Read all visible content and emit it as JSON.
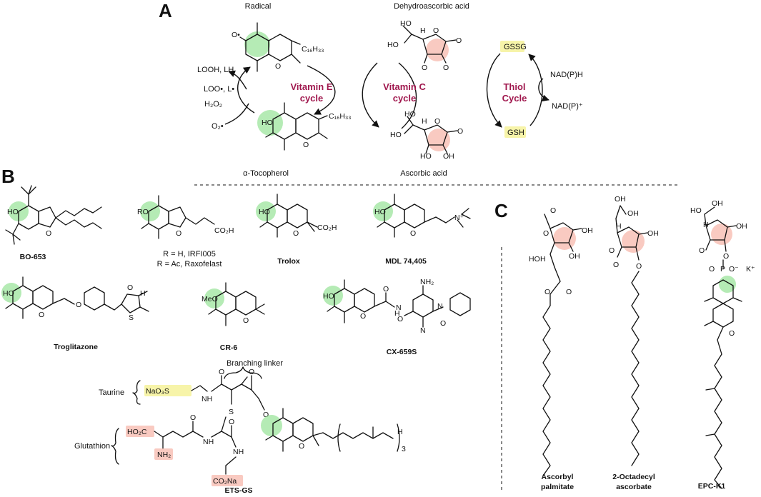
{
  "panels": {
    "a": "A",
    "b": "B",
    "c": "C"
  },
  "colors": {
    "cycle_text": "#a0184e",
    "green_highlight": "#8de08d",
    "red_highlight": "#f7b3a7",
    "yellow_highlight": "#f6f29a"
  },
  "panel_a": {
    "radical_label": "Radical",
    "dha_label": "Dehydroascorbic acid",
    "tocopherol_label": "α-Tocopherol",
    "ascorbic_label": "Ascorbic acid",
    "vitamin_e_cycle": [
      "Vitamin E",
      "cycle"
    ],
    "vitamin_c_cycle": [
      "Vitamin C",
      "cycle"
    ],
    "thiol_cycle": [
      "Thiol",
      "Cycle"
    ],
    "gssg": "GSSG",
    "gsh": "GSH",
    "nadph": "NAD(P)H",
    "nadp": "NAD(P)⁺",
    "looh": "LOOH, LH",
    "loo": "LOO•, L•",
    "h2o2": "H₂O₂",
    "o2": "O₂•",
    "c16h33_top": "C₁₆H₃₃",
    "c16h33_bottom": "C₁₆H₃₃",
    "atoms": {
      "O": "O",
      "HO": "HO",
      "OH": "OH",
      "H": "H",
      "Odot": "O•"
    }
  },
  "panel_b": {
    "bo653": "BO-653",
    "irfi_line1": "R = H, IRFI005",
    "irfi_line2": "R = Ac, Raxofelast",
    "trolox": "Trolox",
    "mdl": "MDL 74,405",
    "troglitazone": "Troglitazone",
    "cr6": "CR-6",
    "cx659s": "CX-659S",
    "etsgs": "ETS-GS",
    "branching_linker": "Branching linker",
    "taurine": "Taurine",
    "glutathion": "Glutathion",
    "atoms": {
      "RO": "RO",
      "MeO": "MeO",
      "CO2H": "CO₂H",
      "NH2": "NH₂",
      "NH": "NH",
      "N": "N",
      "H": "H",
      "S": "S",
      "NaO3S": "NaO₃S",
      "HO2C": "HO₂C",
      "CO2Na": "CO₂Na",
      "NMe3": "N⁺",
      "sub3": "3"
    }
  },
  "panel_c": {
    "ascorbyl_palmitate": [
      "Ascorbyl",
      "palmitate"
    ],
    "octadecyl_ascorbate": [
      "2-Octadecyl",
      "ascorbate"
    ],
    "epc_k1": "EPC-K1",
    "atoms": {
      "O": "O",
      "OH": "OH",
      "HO": "HO",
      "H": "H",
      "P": "P",
      "O_minus": "O⁻",
      "K_plus": "K⁺"
    }
  }
}
